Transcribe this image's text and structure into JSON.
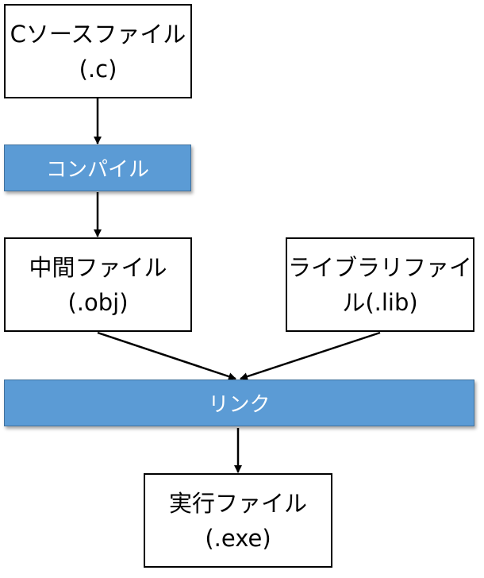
{
  "nodes": {
    "source_file": {
      "line1": "Cソースファイル",
      "line2": "(.c)"
    },
    "compile": {
      "label": "コンパイル"
    },
    "intermediate_file": {
      "line1": "中間ファイル",
      "line2": "(.obj)"
    },
    "library_file": {
      "line1": "ライブラリファイ",
      "line2": "ル(.lib)"
    },
    "link": {
      "label": "リンク"
    },
    "executable_file": {
      "line1": "実行ファイル",
      "line2": "(.exe)"
    }
  },
  "colors": {
    "process_fill": "#5b9bd5",
    "process_border": "#41719c",
    "process_text": "#ffffff",
    "box_border": "#000000"
  }
}
